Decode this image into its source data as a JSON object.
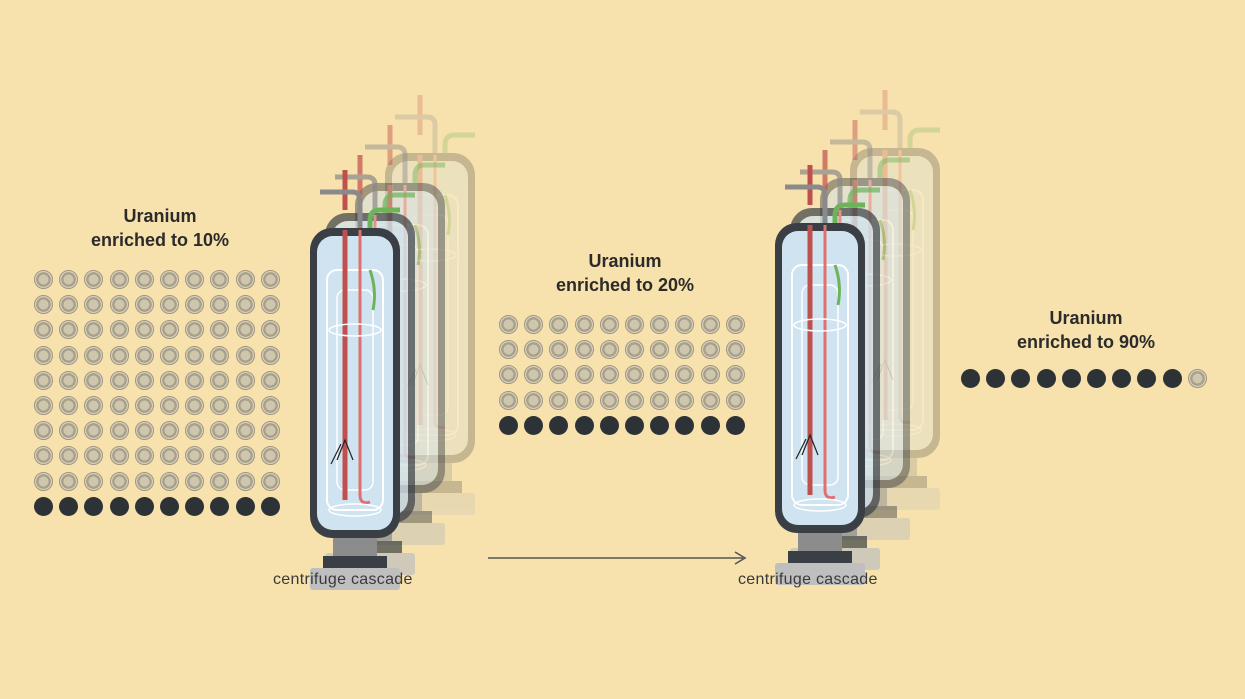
{
  "stages": [
    {
      "title_line1": "Uranium",
      "title_line2": "enriched to 10%",
      "rows": 10,
      "cols": 10,
      "dark_count": 10
    },
    {
      "title_line1": "Uranium",
      "title_line2": "enriched to 20%",
      "rows": 5,
      "cols": 10,
      "dark_count": 10
    },
    {
      "title_line1": "Uranium",
      "title_line2": "enriched to 90%",
      "rows": 1,
      "cols": 10,
      "dark_count": 9
    }
  ],
  "cascades": [
    {
      "caption": "centrifuge cascade"
    },
    {
      "caption": "centrifuge cascade"
    }
  ],
  "colors": {
    "background": "#f7e1ac",
    "dark_atom": "#2d3237",
    "light_atom": "#cfc6ae",
    "red_pipe": "#c0504d",
    "green_pipe": "#6db35a",
    "vessel": "#cfe3f0"
  }
}
